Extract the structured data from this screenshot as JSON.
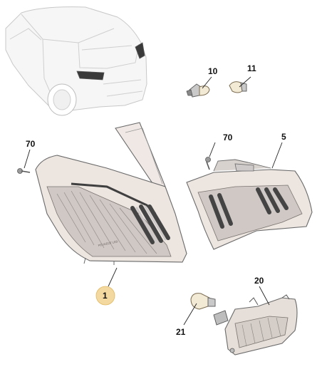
{
  "callouts": {
    "c1": "1",
    "c5": "5",
    "c10": "10",
    "c11": "11",
    "c20": "20",
    "c21": "21",
    "c70_left": "70",
    "c70_right": "70"
  },
  "lamp_marking": "PEUGEOT LED",
  "colors": {
    "highlight": "#f3d9a0",
    "ink": "#222222",
    "ghost": "#c8c8c8"
  }
}
